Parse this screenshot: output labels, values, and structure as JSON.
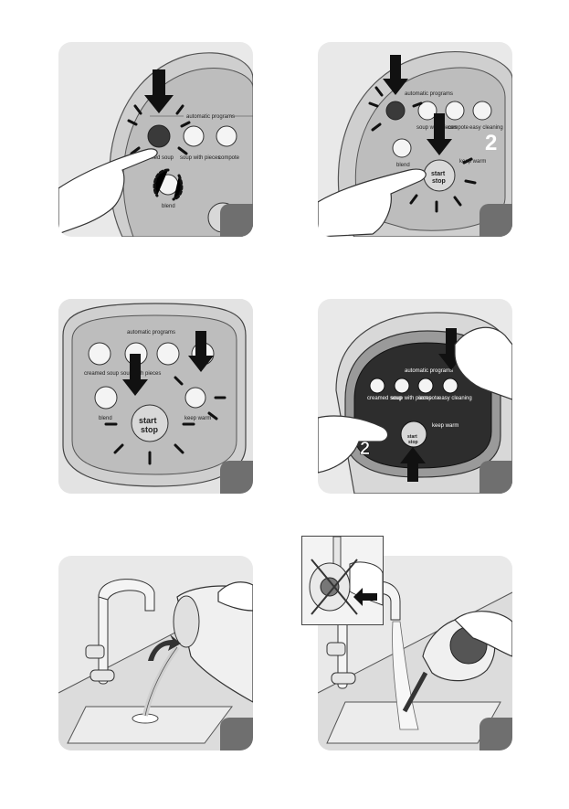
{
  "controls": {
    "automatic_programs": "automatic programs",
    "creamed_soup": "creamed soup",
    "soup_with_pieces": "soup with pieces",
    "compote": "compote",
    "easy_cleaning": "easy cleaning",
    "blend": "blend",
    "keep_warm": "keep warm",
    "start": "start",
    "stop": "stop"
  },
  "step_marks": {
    "panel2": "2",
    "panel4": "2"
  },
  "colors": {
    "panel_bg": "#e9e9e9",
    "corner_box": "#6f6f6f",
    "control_dark": "#3a3a3a"
  },
  "icons": [
    "press-arrow-icon",
    "finger-hand-icon",
    "flash-icon",
    "faucet-icon",
    "drain-icon",
    "pour-arrow-icon",
    "cross-icon"
  ]
}
